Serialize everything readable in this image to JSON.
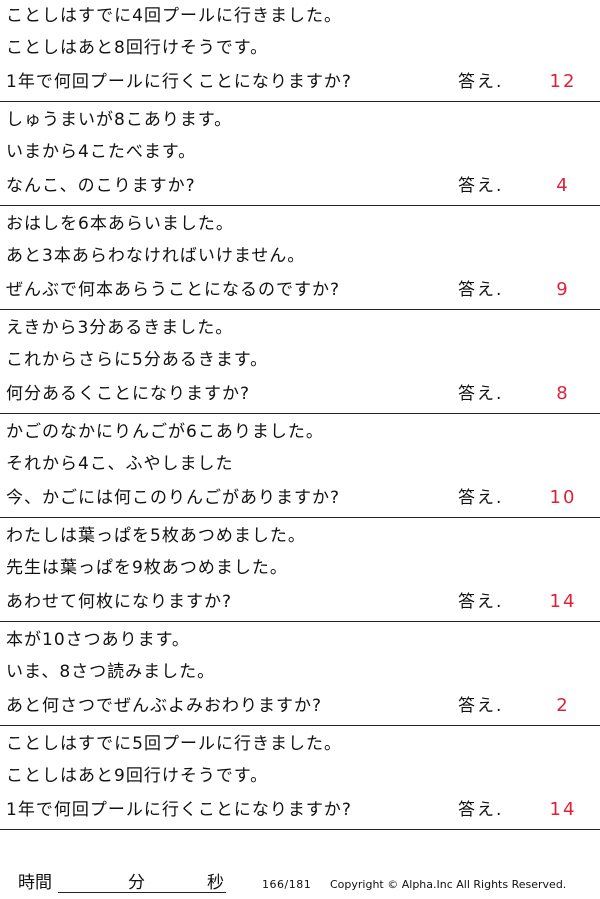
{
  "answer_label": "答え.",
  "problems": [
    {
      "lines": [
        "ことしはすでに4回プールに行きました。",
        "ことしはあと8回行けそうです。",
        "1年で何回プールに行くことになりますか?"
      ],
      "answer": "12"
    },
    {
      "lines": [
        "しゅうまいが8こあります。",
        "いまから4こたべます。",
        "なんこ、のこりますか?"
      ],
      "answer": "4"
    },
    {
      "lines": [
        "おはしを6本あらいました。",
        "あと3本あらわなければいけません。",
        "ぜんぶで何本あらうことになるのですか?"
      ],
      "answer": "9"
    },
    {
      "lines": [
        "えきから3分あるきました。",
        "これからさらに5分あるきます。",
        "何分あるくことになりますか?"
      ],
      "answer": "8"
    },
    {
      "lines": [
        "かごのなかにりんごが6こありました。",
        "それから4こ、ふやしました",
        "今、かごには何このりんごがありますか?"
      ],
      "answer": "10"
    },
    {
      "lines": [
        "わたしは葉っぱを5枚あつめました。",
        "先生は葉っぱを9枚あつめました。",
        "あわせて何枚になりますか?"
      ],
      "answer": "14"
    },
    {
      "lines": [
        "本が10さつあります。",
        "いま、8さつ読みました。",
        "あと何さつでぜんぶよみおわりますか?"
      ],
      "answer": "2"
    },
    {
      "lines": [
        "ことしはすでに5回プールに行きました。",
        "ことしはあと9回行けそうです。",
        "1年で何回プールに行くことになりますか?"
      ],
      "answer": "14"
    }
  ],
  "footer": {
    "time_label": "時間",
    "minutes_label": "分",
    "seconds_label": "秒",
    "page": "166/181",
    "copyright": "Copyright ©  Alpha.Inc All Rights Reserved."
  },
  "colors": {
    "answer": "#e0203a",
    "rule": "#222222"
  }
}
